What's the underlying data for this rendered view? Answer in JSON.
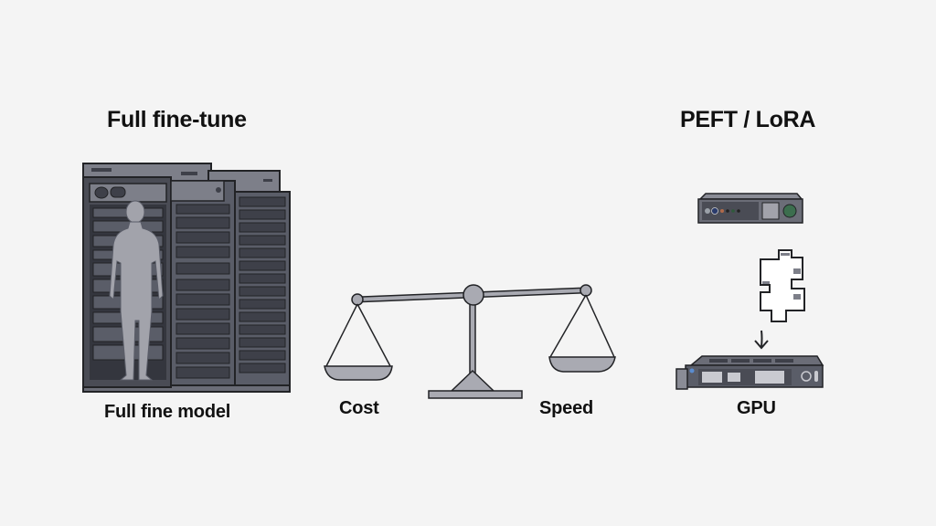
{
  "left_section": {
    "title": "Full fine-tune",
    "caption": "Full fine model",
    "illustration": "server-racks-with-human-silhouette"
  },
  "center_section": {
    "illustration": "balance-scale",
    "left_label": "Cost",
    "right_label": "Speed"
  },
  "right_section": {
    "title": "PEFT / LoRA",
    "top_device": "small-network-device",
    "adapter": "lora-adapter-block",
    "arrow": "down-arrow",
    "caption": "GPU"
  },
  "colors": {
    "background": "#f4f4f4",
    "rack_dark": "#3e4049",
    "rack_mid": "#5a5d68",
    "rack_light": "#8a8c96",
    "silhouette": "#a2a3ab",
    "scale_fill": "#a9aab2",
    "outline": "#222326",
    "text": "#111111"
  }
}
